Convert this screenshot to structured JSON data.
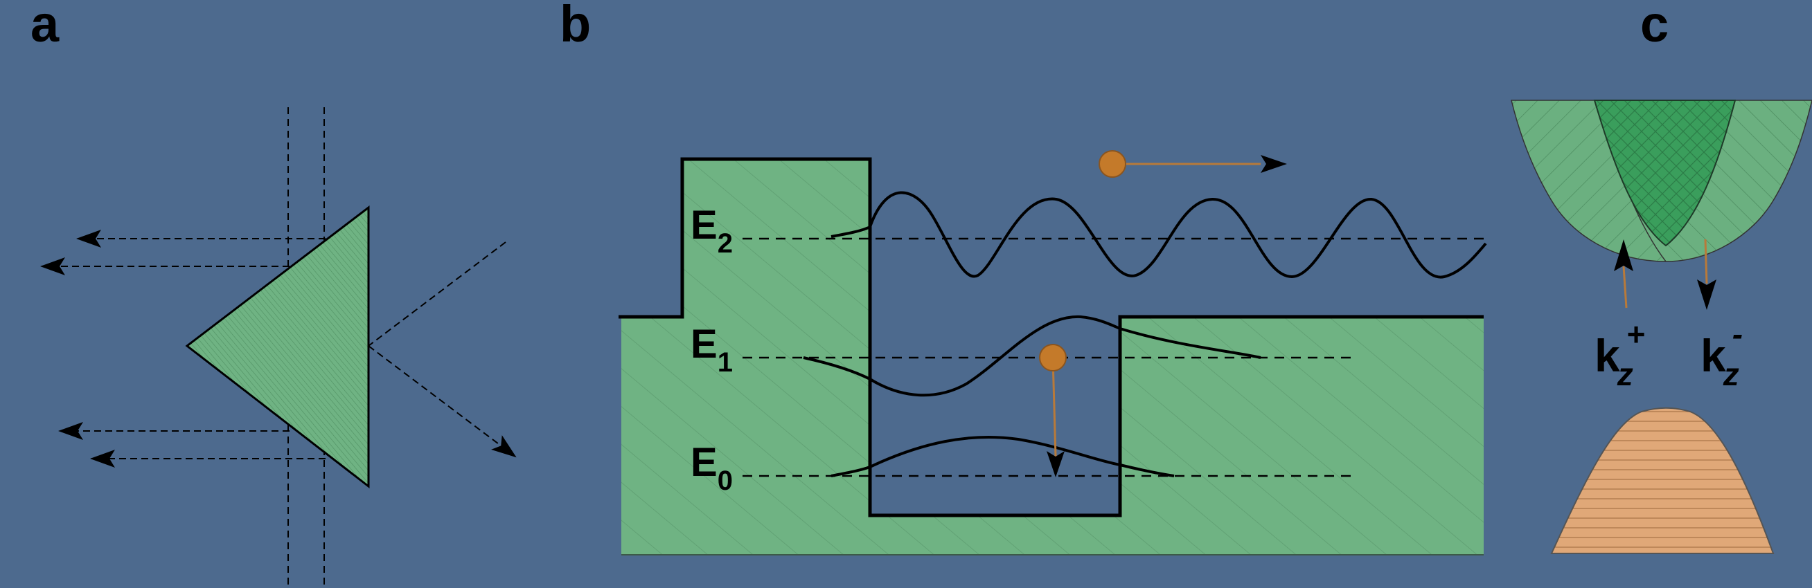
{
  "panels": {
    "a": {
      "label": "a"
    },
    "b": {
      "label": "b",
      "levels": [
        {
          "letter": "E",
          "index": "2"
        },
        {
          "letter": "E",
          "index": "1"
        },
        {
          "letter": "E",
          "index": "0"
        }
      ]
    },
    "c": {
      "label": "c",
      "k_plus": {
        "base": "k",
        "sub": "z",
        "sup": "+"
      },
      "k_minus": {
        "base": "k",
        "sub": "z",
        "sup": "-"
      }
    }
  },
  "colors": {
    "background": "#4d6a8e",
    "green_fill": "#6fb383",
    "dark_green": "#3a9e5c",
    "particle": "#c47a2a",
    "valence_band": "#e0a878",
    "line": "#000000"
  }
}
